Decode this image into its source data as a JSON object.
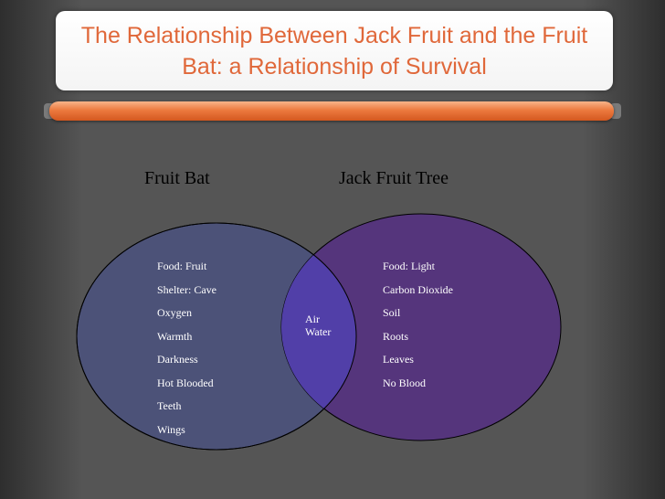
{
  "title": "The Relationship Between Jack Fruit and the Fruit Bat: a Relationship of Survival",
  "colors": {
    "background": "#555555",
    "title_text": "#e0683a",
    "accent_orange": "#ec7a3f",
    "bat_circle": "#4c5278",
    "tree_circle": "#55357c",
    "overlap": "#513fa8"
  },
  "venn": {
    "left": {
      "label": "Fruit Bat",
      "items": [
        "Food: Fruit",
        "Shelter: Cave",
        "Oxygen",
        "Warmth",
        "Darkness",
        "Hot Blooded",
        "Teeth",
        "Wings"
      ]
    },
    "right": {
      "label": "Jack Fruit Tree",
      "items": [
        "Food: Light",
        "Carbon Dioxide",
        "Soil",
        "Roots",
        "Leaves",
        "No Blood"
      ]
    },
    "overlap": {
      "items": [
        "Air",
        "Water"
      ]
    }
  }
}
